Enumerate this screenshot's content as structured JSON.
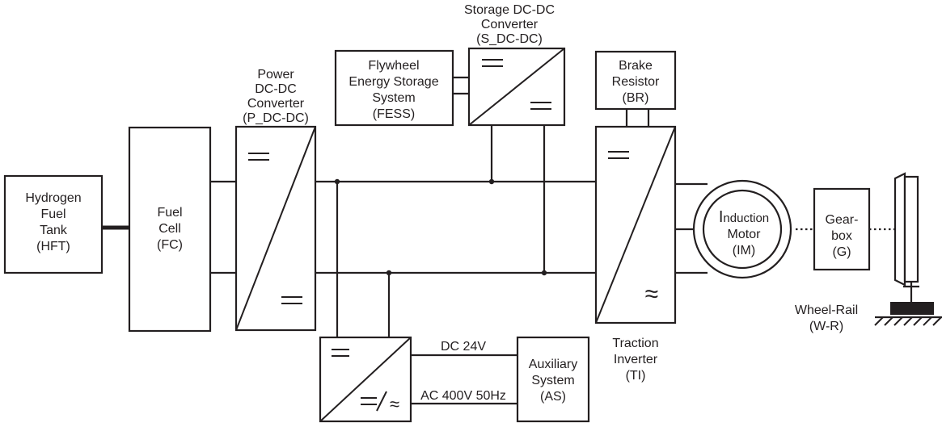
{
  "blocks": {
    "hft": {
      "lines": [
        "Hydrogen",
        "Fuel",
        "Tank",
        "(HFT)"
      ]
    },
    "fc": {
      "lines": [
        "Fuel",
        "Cell",
        "(FC)"
      ]
    },
    "pdcdc": {
      "lines": [
        "Power",
        "DC-DC",
        "Converter",
        "(P_DC-DC)"
      ]
    },
    "fess": {
      "lines": [
        "Flywheel",
        "Energy Storage",
        "System",
        "(FESS)"
      ]
    },
    "sdcdc": {
      "lines": [
        "Storage DC-DC",
        "Converter",
        "(S_DC-DC)"
      ]
    },
    "br": {
      "lines": [
        "Brake",
        "Resistor",
        "(BR)"
      ]
    },
    "ti": {
      "lines": [
        "Traction",
        "Inverter",
        "(TI)"
      ]
    },
    "im": {
      "line1_prefix": "I",
      "line1_rest": "nduction",
      "line2": "Motor",
      "line3": "(IM)"
    },
    "gearbox": {
      "lines": [
        "Gear-",
        "box",
        "(G)"
      ]
    },
    "wr": {
      "lines": [
        "Wheel-Rail",
        "(W-R)"
      ]
    },
    "as": {
      "lines": [
        "Auxiliary",
        "System",
        "(AS)"
      ]
    }
  },
  "connections": {
    "dc_label": "DC 24V",
    "ac_label": "AC 400V 50Hz"
  },
  "symbols": {
    "dc": "=",
    "ac": "≈"
  }
}
